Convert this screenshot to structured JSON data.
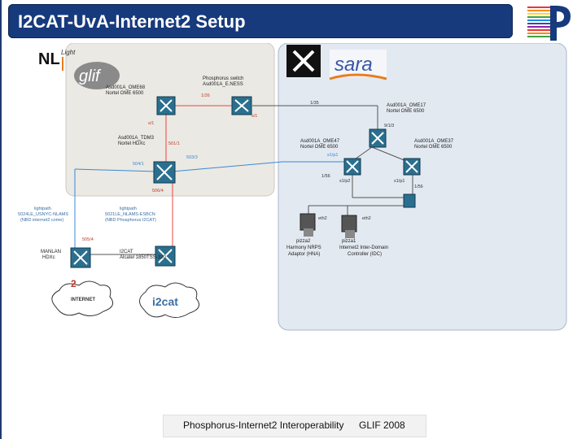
{
  "title": "I2CAT-UvA-Internet2 Setup",
  "footer": {
    "left": "Phosphorus-Internet2 Interoperability",
    "right": "GLIF 2008"
  },
  "diagram": {
    "logos": {
      "nl": "NL",
      "light": "Light",
      "glif": "glif",
      "sara": "sara",
      "i2cat": "i2cat",
      "internet2": "INTERNET",
      "internet2_num": "2"
    },
    "nodes": {
      "ome68": {
        "l1": "Asd001A_OME68",
        "l2": "Nortel OME 6500"
      },
      "phosphorus": {
        "l1": "Phosphorus switch",
        "l2": "Asd001A_E.NESS"
      },
      "tdm3": {
        "l1": "Asd001A_TDM3",
        "l2": "Nortel HDXc"
      },
      "ome17": {
        "l1": "Asd001A_OME17",
        "l2": "Nortel OME 6500"
      },
      "ome47": {
        "l1": "Asd001A_OME47",
        "l2": "Nortel OME 6500"
      },
      "ome37": {
        "l1": "Asd001A_OME37",
        "l2": "Nortel OME 6500"
      },
      "manlan": {
        "l1": "MANLAN",
        "l2": "HDXc"
      },
      "i2cat": {
        "l1": "I2CAT",
        "l2": "Alcatel 1850TSS-320"
      },
      "pizza2": {
        "l1": "pizza2",
        "l2": "Harmony NRPS",
        "l3": "Adaptor (HNA)"
      },
      "pizza1": {
        "l1": "pizza1",
        "l2": "Internet2 Inter-Domain",
        "l3": "Controller (IDC)"
      }
    },
    "ports": {
      "p1": "1/26",
      "p2": "s/1",
      "p3": "s/1",
      "p4": "501/1",
      "p5": "503/3",
      "p6": "504/1",
      "p7": "506/4",
      "p8": "505/4",
      "p9": "1/35",
      "p10": "9/1/3",
      "p11": "s1/p1",
      "p12": "1/56",
      "p13": "s1/p2",
      "p14": "s1/p1",
      "p15": "1/56",
      "p16": "eth2",
      "p17": "eth2"
    },
    "lightpaths": {
      "lp1": {
        "l1": "lightpath",
        "l2": "5024LE_USNYC-NLAMS",
        "l3": "(NBD internet2 come)"
      },
      "lp2": {
        "l1": "lightpath",
        "l2": "5021LE_NLAMS-ESBCN",
        "l3": "(NBD Phosphorus I2CAT)"
      }
    }
  }
}
